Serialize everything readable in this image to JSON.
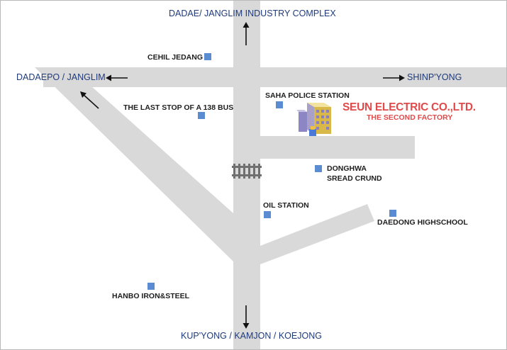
{
  "directions": {
    "north": "DADAE/ JANGLIM INDUSTRY COMPLEX",
    "west": "DADAEPO / JANGLIM",
    "east": "SHINP'YONG",
    "south": "KUP'YONG / KAMJON / KOEJONG"
  },
  "landmarks": {
    "cehil_jedang": "CEHIL JEDANG",
    "bus_stop": "THE LAST STOP OF A 138 BUS",
    "police_station": "SAHA POLICE STATION",
    "donghwa_line1": "DONGHWA",
    "donghwa_line2": "SREAD CRUND",
    "oil_station": "OIL STATION",
    "daedong_school": "DAEDONG HIGHSCHOOL",
    "hanbo": "HANBO IRON&STEEL"
  },
  "company": {
    "name": "SEUN ELECTRIC CO.,LTD.",
    "subtitle": "THE SECOND FACTORY"
  },
  "colors": {
    "road": "#d9d9d9",
    "marker": "#5b8bd0",
    "direction_text": "#1f3a7a",
    "company_text": "#e04a4a"
  },
  "icons": {
    "direction_arrow": "arrow-icon",
    "railway": "railway-track-icon",
    "factory": "factory-building-icon"
  }
}
